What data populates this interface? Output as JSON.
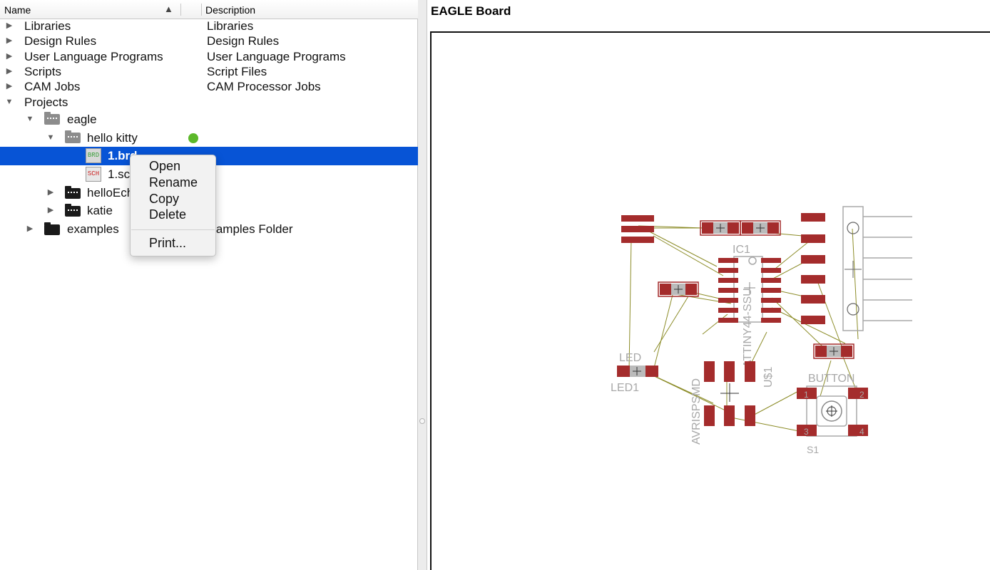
{
  "tree": {
    "headers": {
      "name": "Name",
      "description": "Description"
    },
    "sort_indicator": "▲",
    "top_items": [
      {
        "label": "Libraries",
        "description": "Libraries"
      },
      {
        "label": "Design Rules",
        "description": "Design Rules"
      },
      {
        "label": "User Language Programs",
        "description": "User Language Programs"
      },
      {
        "label": "Scripts",
        "description": "Script Files"
      },
      {
        "label": "CAM Jobs",
        "description": "CAM Processor Jobs"
      },
      {
        "label": "Projects",
        "description": ""
      }
    ],
    "projects": {
      "eagle": "eagle",
      "hello_kitty": "hello kitty",
      "brd_file": "1.brd",
      "sch_file": "1.sch",
      "hello_echo": "helloEcho",
      "katie": "katie",
      "examples": "examples",
      "examples_desc": "Examples Folder"
    },
    "icons": {
      "brd": "BRD",
      "sch": "SCH"
    },
    "status_color": "#5cb82a",
    "selection_color": "#0754d6"
  },
  "context_menu": {
    "items": [
      "Open",
      "Rename",
      "Copy",
      "Delete"
    ],
    "print": "Print..."
  },
  "preview": {
    "title": "EAGLE Board",
    "labels": {
      "ic1": "IC1",
      "attiny": "ATTINY44-SSU",
      "led_value": "LED",
      "led_name": "LED1",
      "avrisp": "AVRISPSMD",
      "usb": "U$1",
      "button": "BUTTON",
      "s1": "S1",
      "pin1": "1",
      "pin2": "2",
      "pin3": "3",
      "pin4": "4"
    },
    "colors": {
      "pad": "#a42c2c",
      "silk": "#a8a8a8",
      "trace": "#8c8c28"
    }
  }
}
